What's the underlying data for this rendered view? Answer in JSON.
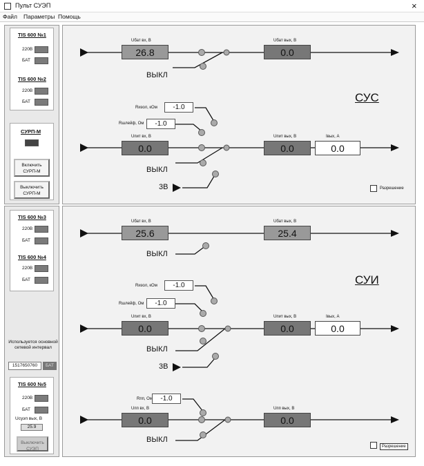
{
  "window": {
    "title": "Пульт СУЭП",
    "close": "×"
  },
  "menu": [
    "Файл",
    "Параметры",
    "Помощь"
  ],
  "left": {
    "tis1": "TIS 600 №1",
    "tis2": "TIS 600 №2",
    "tis3": "TIS 600 №3",
    "tis4": "TIS 600 №4",
    "tis5": "TIS 600 №5",
    "v220": "220В",
    "bat": "БАТ",
    "surp": "СУРП-М",
    "btn_on": "Включить СУРП-М",
    "btn_off": "Выключить СУРП-М",
    "interval_note": "Используется основной сетевой интервал",
    "interval_value": "1517650760",
    "interval_tag": "БАТ",
    "usuep_label": "Uсуэп вых, В",
    "usuep_value": "25.9",
    "btn_suep": "Выключить СУЭП"
  },
  "sus": {
    "title": "СУС",
    "ubat_in_label": "Uбат вх, В",
    "ubat_in": "26.8",
    "ubat_out_label": "Uбат вых, В",
    "ubat_out": "0.0",
    "off": "ВЫКЛ",
    "riso_label": "Rизол, кОм",
    "riso": "-1.0",
    "rshl_label": "Rшлейф, Ом",
    "rshl": "-1.0",
    "upit_in_label": "Uпит вх, В",
    "upit_in": "0.0",
    "upit_out_label": "Uпит вых, В",
    "upit_out": "0.0",
    "iout_label": "Iвых, А",
    "iout": "0.0",
    "v3": "3В",
    "perm": "Разрешение"
  },
  "sui": {
    "title": "СУИ",
    "ubat_in_label": "Uбат вх, В",
    "ubat_in": "25.6",
    "ubat_out_label": "Uбат вых, В",
    "ubat_out": "25.4",
    "off": "ВЫКЛ",
    "riso_label": "Rизол, кОм",
    "riso": "-1.0",
    "rshl_label": "Rшлейф, Ом",
    "rshl": "-1.0",
    "upit_in_label": "Uпит вх, В",
    "upit_in": "0.0",
    "upit_out_label": "Uпит вых, В",
    "upit_out": "0.0",
    "iout_label": "Iвых, А",
    "iout": "0.0",
    "v3": "3В",
    "rpp_label": "Rпп, Ом",
    "rpp": "-1.0",
    "upp_in_label": "Uпп вх, В",
    "upp_in": "0.0",
    "upp_out_label": "Uпп вых, В",
    "upp_out": "0.0",
    "perm": "Разрешение"
  }
}
